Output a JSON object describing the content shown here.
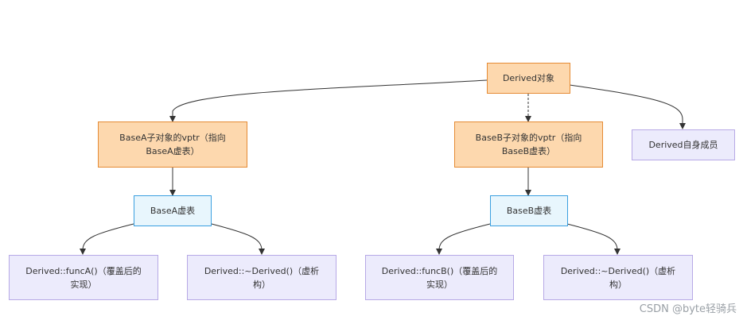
{
  "nodes": {
    "derived_object": "Derived对象",
    "basea_vptr": "BaseA子对象的vptr（指向\nBaseA虚表）",
    "baseb_vptr": "BaseB子对象的vptr（指向\nBaseB虚表）",
    "derived_members": "Derived自身成员",
    "basea_vtable": "BaseA虚表",
    "baseb_vtable": "BaseB虚表",
    "funca": "Derived::funcA()（覆盖后的\n实现）",
    "dtor_a": "Derived::~Derived()（虚析\n构）",
    "funcb": "Derived::funcB()（覆盖后的\n实现）",
    "dtor_b": "Derived::~Derived()（虚析\n构）"
  },
  "colors": {
    "orange_fill": "#fdd8ae",
    "orange_border": "#e58b34",
    "blue_fill": "#e8f6fd",
    "blue_border": "#3a9fe0",
    "lavender_fill": "#ecebfc",
    "lavender_border": "#b7a9e6"
  },
  "watermark": "CSDN @byte轻骑兵"
}
